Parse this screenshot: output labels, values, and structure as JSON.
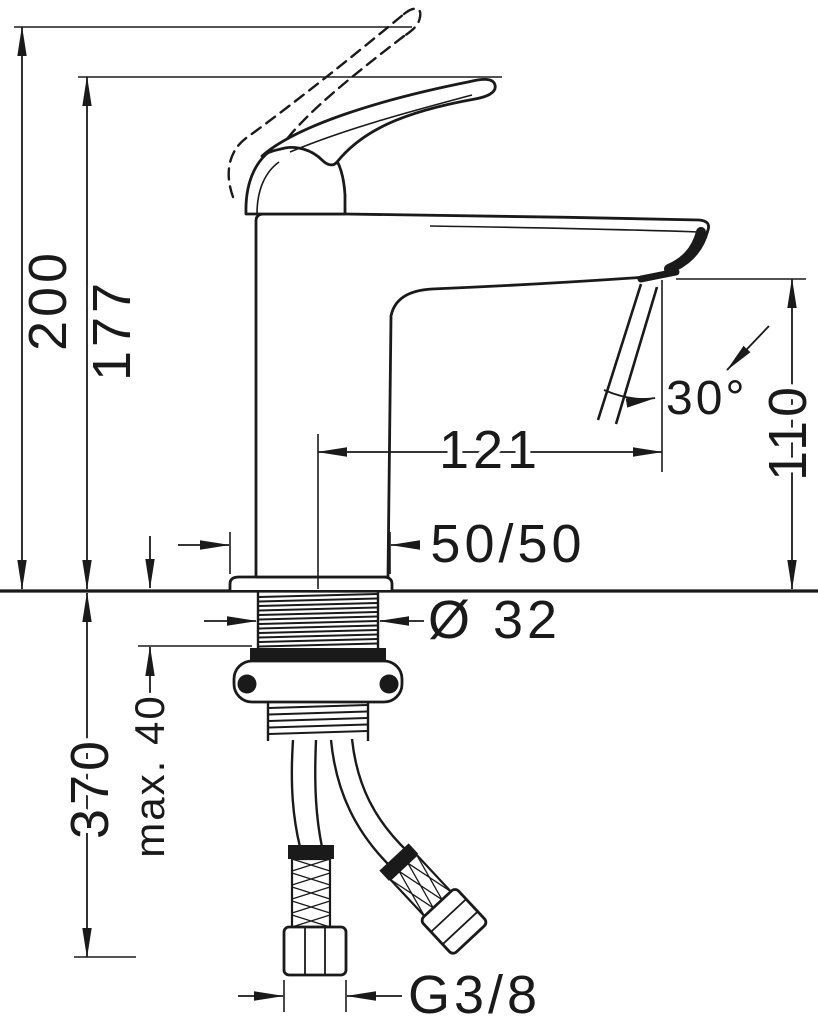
{
  "colors": {
    "ink": "#1a1a1a",
    "background": "#ffffff"
  },
  "labels": {
    "overall_height": "200",
    "height_to_top": "177",
    "spout_height": "110",
    "spout_reach": "121",
    "base_width": "50/50",
    "hole_diameter": "Ø 32",
    "max_mounting_thickness": "max. 40",
    "below_deck_length": "370",
    "stream_angle": "30°",
    "connection_thread": "G3/8"
  }
}
